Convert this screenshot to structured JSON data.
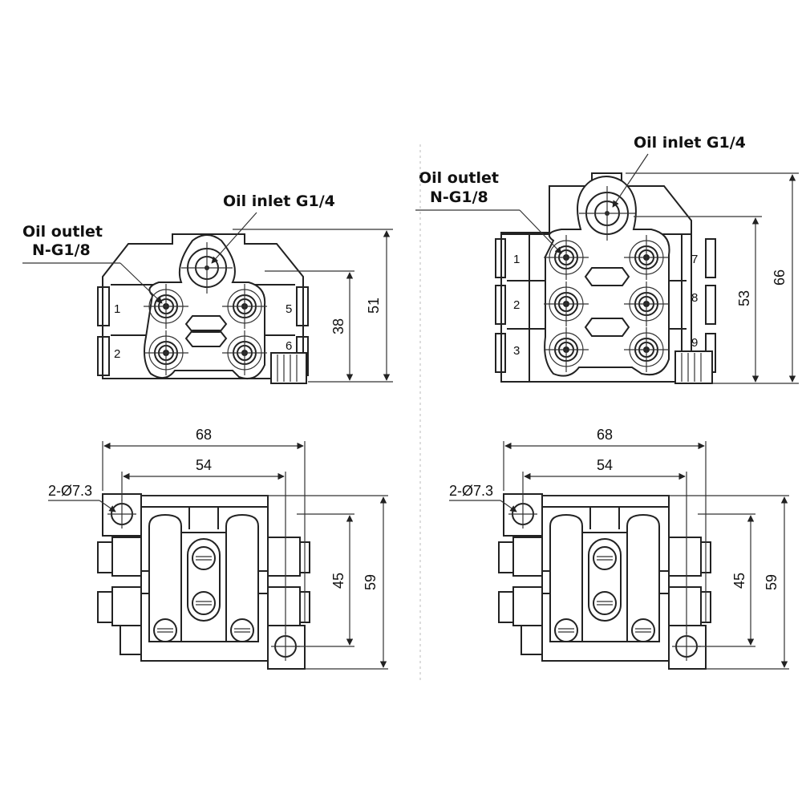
{
  "left_front": {
    "inlet_label": "Oil inlet G1/4",
    "outlet_label_1": "Oil outlet",
    "outlet_label_2": "N-G1/8",
    "port_numbers": [
      "1",
      "2",
      "5",
      "6"
    ],
    "dim_height_inner": "38",
    "dim_height_outer": "51"
  },
  "right_front": {
    "inlet_label": "Oil inlet G1/4",
    "outlet_label_1": "Oil outlet",
    "outlet_label_2": "N-G1/8",
    "port_numbers": [
      "1",
      "2",
      "3",
      "7",
      "8",
      "9"
    ],
    "dim_height_inner": "53",
    "dim_height_outer": "66"
  },
  "left_bottom": {
    "dim_width_outer": "68",
    "dim_width_inner": "54",
    "hole_label": "2-Ø7.3",
    "dim_height_inner": "45",
    "dim_height_outer": "59"
  },
  "right_bottom": {
    "dim_width_outer": "68",
    "dim_width_inner": "54",
    "hole_label": "2-Ø7.3",
    "dim_height_inner": "45",
    "dim_height_outer": "59"
  }
}
